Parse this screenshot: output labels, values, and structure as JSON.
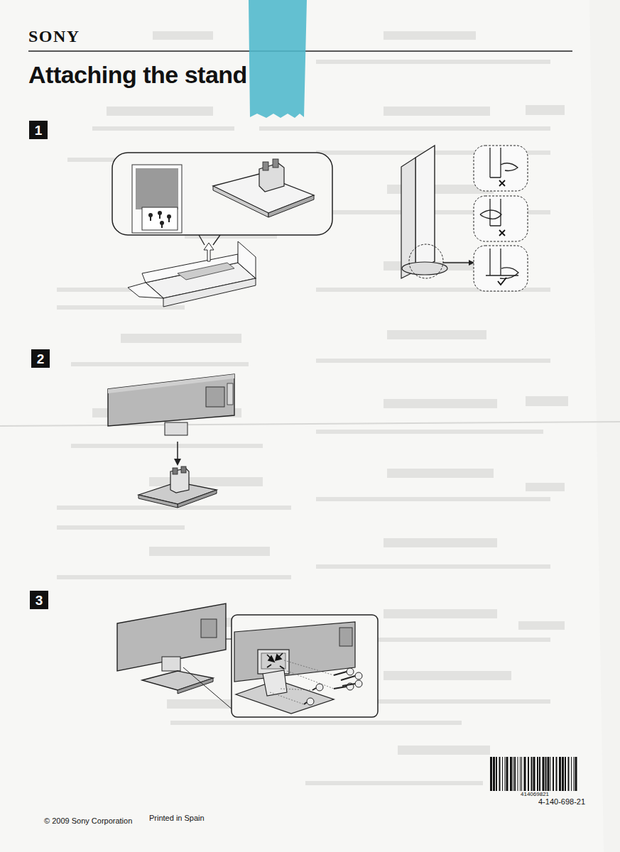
{
  "diagram": {
    "title": "Attaching the stand",
    "nodes": [
      {
        "text": [
          "1"
        ]
      },
      {
        "text": [
          "2"
        ]
      },
      {
        "text": [
          "3"
        ]
      }
    ],
    "labels": [
      "SONY",
      "© 2009 Sony Corporation",
      "Printed in Spain",
      "414069821",
      "4-140-698-21"
    ]
  }
}
